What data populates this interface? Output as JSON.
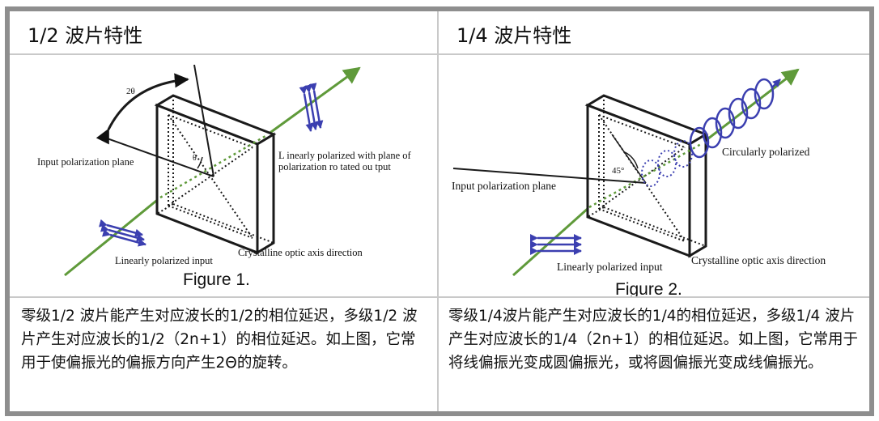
{
  "left": {
    "title": "1/2 波片特性",
    "figure_caption": "Figure 1.",
    "labels": {
      "angle": "2θ",
      "theta": "θ",
      "input_plane": "Input polarization plane",
      "output_line1": "L inearly polarized with plane of",
      "output_line2": "polarization ro tated ou tput",
      "input": "Linearly polarized input",
      "axis": "Crystalline optic axis direction"
    },
    "description": "零级1/2 波片能产生对应波长的1/2的相位延迟，多级1/2 波片产生对应波长的1/2（2n+1）的相位延迟。如上图，它常用于使偏振光的偏振方向产生2Θ的旋转。"
  },
  "right": {
    "title": "1/4 波片特性",
    "figure_caption": "Figure 2.",
    "labels": {
      "angle": "45°",
      "input_plane": "Input polarization plane",
      "output": "Circularly polarized",
      "input": "Linearly polarized input",
      "axis": "Crystalline optic axis direction"
    },
    "description": "零级1/4波片能产生对应波长的1/4的相位延迟，多级1/4 波片产生对应波长的1/4（2n+1）的相位延迟。如上图，它常用于将线偏振光变成圆偏振光，或将圆偏振光变成线偏振光。"
  },
  "colors": {
    "beam": "#5f9a3a",
    "polarization": "#3b3fb0",
    "border": "#8e8e8e",
    "divider": "#c9c9c9"
  }
}
